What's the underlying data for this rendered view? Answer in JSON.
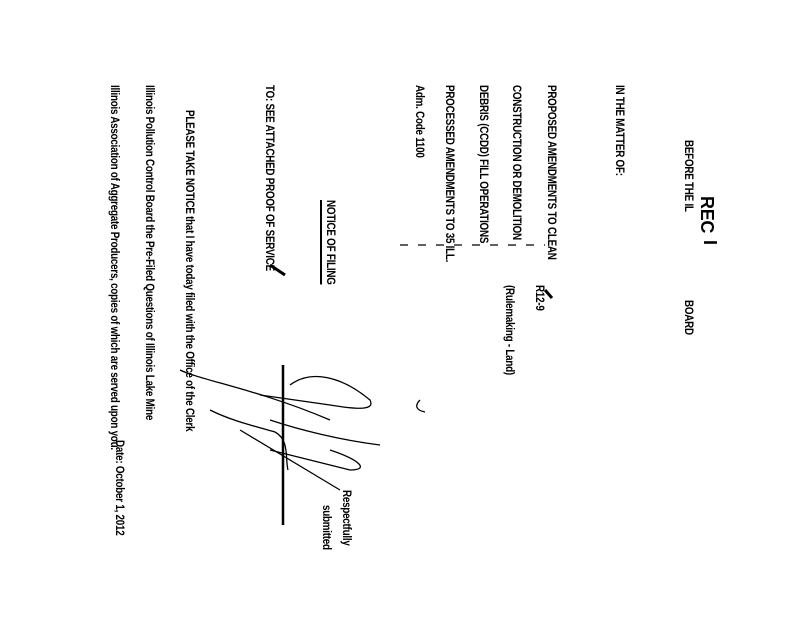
{
  "header": {
    "before": "BEFORE THE IL",
    "stamp": "REC",
    "stamp_mark": "I",
    "board": "BOARD"
  },
  "caption": {
    "matter": "IN THE MATTER OF:",
    "lines": [
      "PROPOSED AMENDMENTS TO CLEAN",
      "CONSTRUCTION OR DEMOLITION",
      "DEBRIS (CCDD) FILL OPERATIONS",
      "PROCESSED AMENDMENTS TO 35 ILL.",
      "Adm. Code 1100"
    ],
    "docket": "R12-9",
    "docket_type": "(Rulemaking - Land)"
  },
  "notice_title": "NOTICE OF FILING",
  "to_line": "TO:   SEE ATTACHED PROOF OF SERVICE",
  "body": [
    "PLEASE TAKE NOTICE that I have today filed with the Office of the Clerk",
    "Illinois Pollution Control Board the Pre-Filed Questions of Illinois Lake Mine",
    "Illinois Association of Aggregate Producers, copies of which are served upon you."
  ],
  "date": "Date: October 1, 2012",
  "closing": [
    "Respectfully",
    "submitted"
  ]
}
